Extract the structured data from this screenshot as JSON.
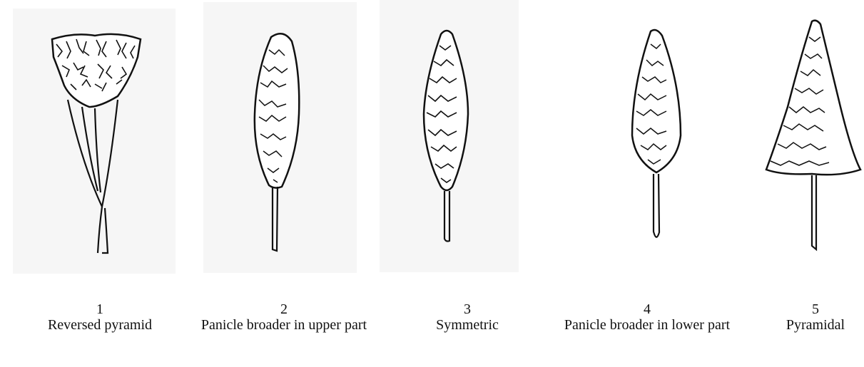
{
  "panicles": [
    {
      "number": "1",
      "label": "Reversed pyramid"
    },
    {
      "number": "2",
      "label": "Panicle broader in upper part"
    },
    {
      "number": "3",
      "label": "Symmetric"
    },
    {
      "number": "4",
      "label": "Panicle broader in lower part"
    },
    {
      "number": "5",
      "label": "Pyramidal"
    }
  ]
}
